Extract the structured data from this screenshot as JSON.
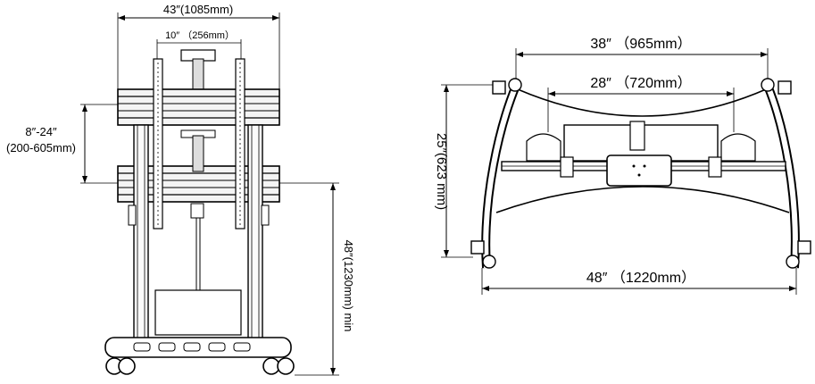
{
  "front_view": {
    "width_label": "43″(1085mm)",
    "vesa_label": "10″ （256mm）",
    "bracket_range_label_line1": "8″-24″",
    "bracket_range_label_line2": "(200-605mm)",
    "height_label": "48″(1230mm) min"
  },
  "top_view": {
    "top_width_label": "38″ （965mm）",
    "inner_width_label": "28″ （720mm）",
    "depth_label": "25″(623 mm)",
    "base_width_label": "48″ （1220mm）"
  }
}
